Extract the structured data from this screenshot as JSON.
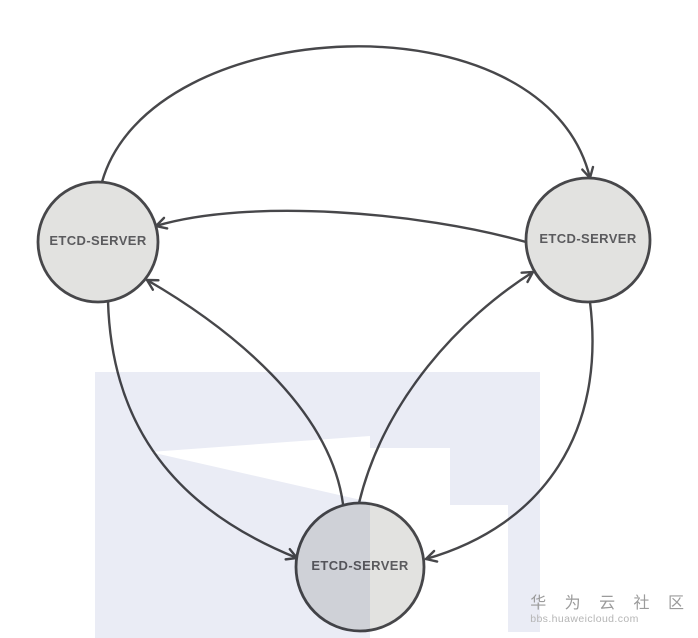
{
  "diagram": {
    "type": "graph",
    "description": "Three-node etcd cluster topology with bidirectional replication arrows between every pair of servers",
    "nodes": [
      {
        "id": "left",
        "label": "ETCD-SERVER"
      },
      {
        "id": "right",
        "label": "ETCD-SERVER"
      },
      {
        "id": "bottom",
        "label": "ETCD-SERVER"
      }
    ],
    "edges": [
      {
        "from": "left",
        "to": "right",
        "route": "large arc over the top"
      },
      {
        "from": "right",
        "to": "left",
        "route": "gentle curve between upper nodes"
      },
      {
        "from": "left",
        "to": "bottom",
        "route": "outer curve bulging left"
      },
      {
        "from": "bottom",
        "to": "left",
        "route": "inner curve bulging right"
      },
      {
        "from": "bottom",
        "to": "right",
        "route": "inner curve bulging left"
      },
      {
        "from": "right",
        "to": "bottom",
        "route": "outer curve bulging right"
      }
    ],
    "colors": {
      "node_fill": "#e2e2e0",
      "node_stroke": "#47474a",
      "edge": "#47474a",
      "label": "#5b5b5e"
    }
  },
  "watermark": {
    "brand": "华 为 云 社 区",
    "url": "bbs.huaweicloud.com",
    "logo_color": "#eaecf5",
    "brand_color": "#9b9b9b",
    "url_color": "#b5b5b5"
  }
}
